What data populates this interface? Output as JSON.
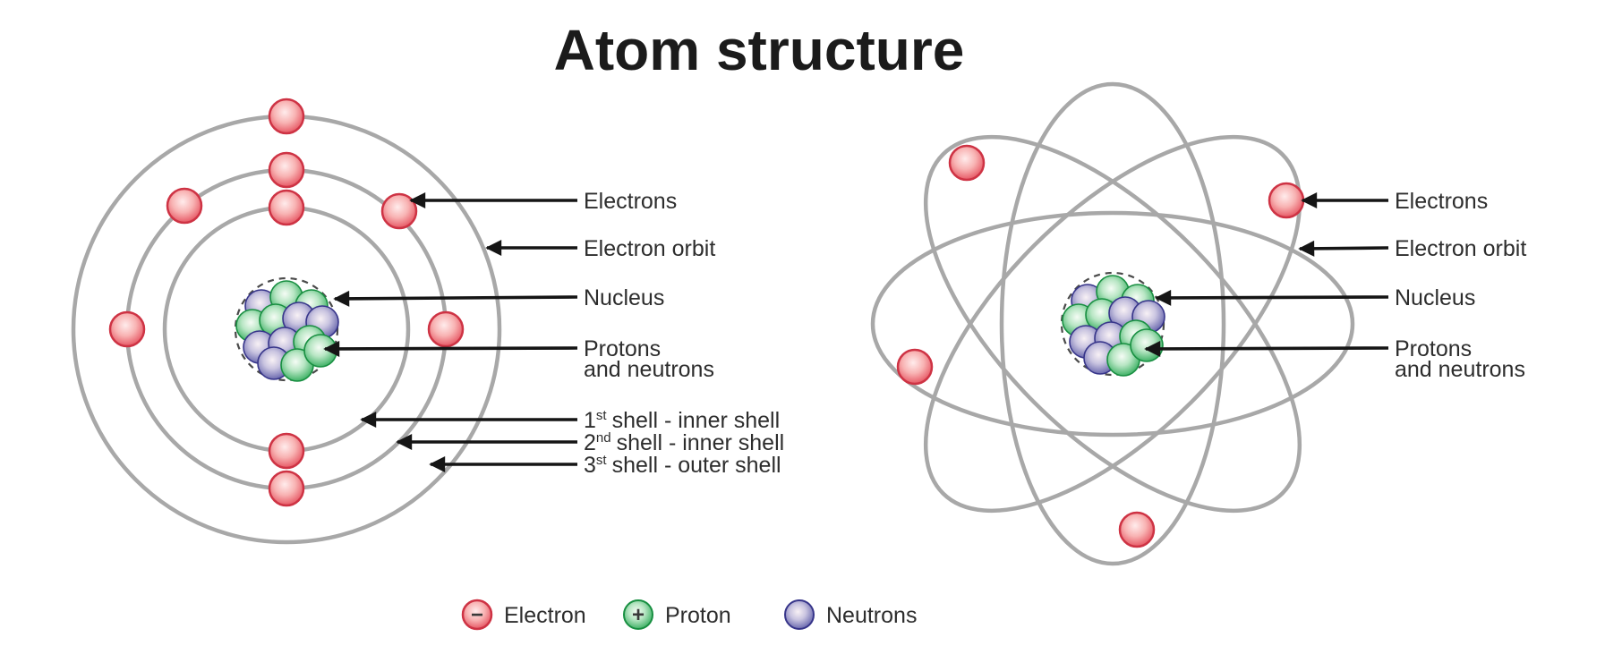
{
  "title": "Atom structure",
  "left_diagram": {
    "labels": {
      "electrons": "Electrons",
      "electron_orbit": "Electron orbit",
      "nucleus": "Nucleus",
      "protons_line1": "Protons",
      "protons_line2": "and neutrons"
    },
    "shells": [
      {
        "ordinal": "1",
        "suffix": "st",
        "label": "shell - inner shell"
      },
      {
        "ordinal": "2",
        "suffix": "nd",
        "label": "shell - inner shell"
      },
      {
        "ordinal": "3",
        "suffix": "st",
        "label": "shell - outer shell"
      }
    ]
  },
  "right_diagram": {
    "labels": {
      "electrons": "Electrons",
      "electron_orbit": "Electron orbit",
      "nucleus": "Nucleus",
      "protons_line1": "Protons",
      "protons_line2": "and neutrons"
    }
  },
  "legend": {
    "electron_label": "Electron",
    "electron_symbol": "−",
    "proton_label": "Proton",
    "proton_symbol": "+",
    "neutrons_label": "Neutrons"
  },
  "colors": {
    "electron_red": "#df4251",
    "proton_green": "#1f9e4a",
    "neutron_indigo": "#45439a",
    "orbit_gray": "#a8a8a8",
    "arrow_black": "#151515",
    "text_dark": "#2d2d2d",
    "nucleus_outline": "#4a4a4a"
  }
}
